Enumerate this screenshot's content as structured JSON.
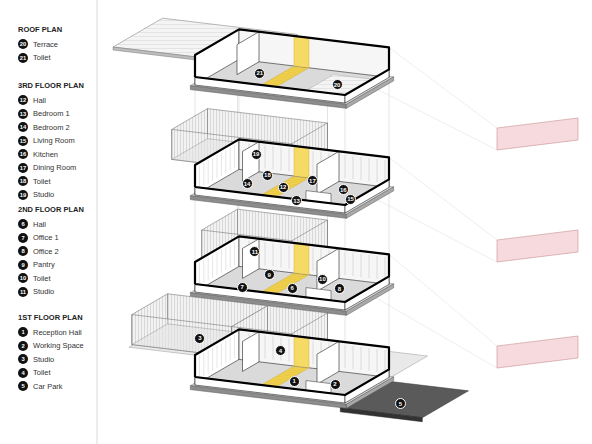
{
  "diagram": {
    "nodes": [
      {
        "text": [
          "20",
          "Terrace"
        ]
      },
      {
        "text": [
          "21",
          "Toilet"
        ]
      },
      {
        "text": [
          "12",
          "Hall"
        ]
      },
      {
        "text": [
          "13",
          "Bedroom 1"
        ]
      },
      {
        "text": [
          "14",
          "Bedroom 2"
        ]
      },
      {
        "text": [
          "15",
          "Living Room"
        ]
      },
      {
        "text": [
          "16",
          "Kitchen"
        ]
      },
      {
        "text": [
          "17",
          "Dining Room"
        ]
      },
      {
        "text": [
          "18",
          "Toilet"
        ]
      },
      {
        "text": [
          "19",
          "Studio"
        ]
      },
      {
        "text": [
          "6",
          "Hall"
        ]
      },
      {
        "text": [
          "7",
          "Office 1"
        ]
      },
      {
        "text": [
          "8",
          "Office 2"
        ]
      },
      {
        "text": [
          "9",
          "Pantry"
        ]
      },
      {
        "text": [
          "10",
          "Toilet"
        ]
      },
      {
        "text": [
          "11",
          "Studio"
        ]
      },
      {
        "text": [
          "1",
          "Reception Hall"
        ]
      },
      {
        "text": [
          "2",
          "Working Space"
        ]
      },
      {
        "text": [
          "3",
          "Studio"
        ]
      },
      {
        "text": [
          "4",
          "Toilet"
        ]
      },
      {
        "text": [
          "5",
          "Car Park"
        ]
      },
      {
        "text": [
          "21"
        ]
      },
      {
        "text": [
          "20"
        ]
      },
      {
        "text": [
          "19"
        ]
      },
      {
        "text": [
          "18"
        ]
      },
      {
        "text": [
          "17"
        ]
      },
      {
        "text": [
          "14"
        ]
      },
      {
        "text": [
          "12"
        ]
      },
      {
        "text": [
          "16"
        ]
      },
      {
        "text": [
          "15"
        ]
      },
      {
        "text": [
          "13"
        ]
      },
      {
        "text": [
          "11"
        ]
      },
      {
        "text": [
          "10"
        ]
      },
      {
        "text": [
          "9"
        ]
      },
      {
        "text": [
          "8"
        ]
      },
      {
        "text": [
          "6"
        ]
      },
      {
        "text": [
          "7"
        ]
      },
      {
        "text": [
          "3"
        ]
      },
      {
        "text": [
          "4"
        ]
      },
      {
        "text": [
          "1"
        ]
      },
      {
        "text": [
          "2"
        ]
      },
      {
        "text": [
          "5"
        ]
      }
    ],
    "labels": [
      "ROOF PLAN",
      "3RD FLOOR PLAN",
      "2ND FLOOR PLAN",
      "1ST FLOOR PLAN"
    ]
  }
}
